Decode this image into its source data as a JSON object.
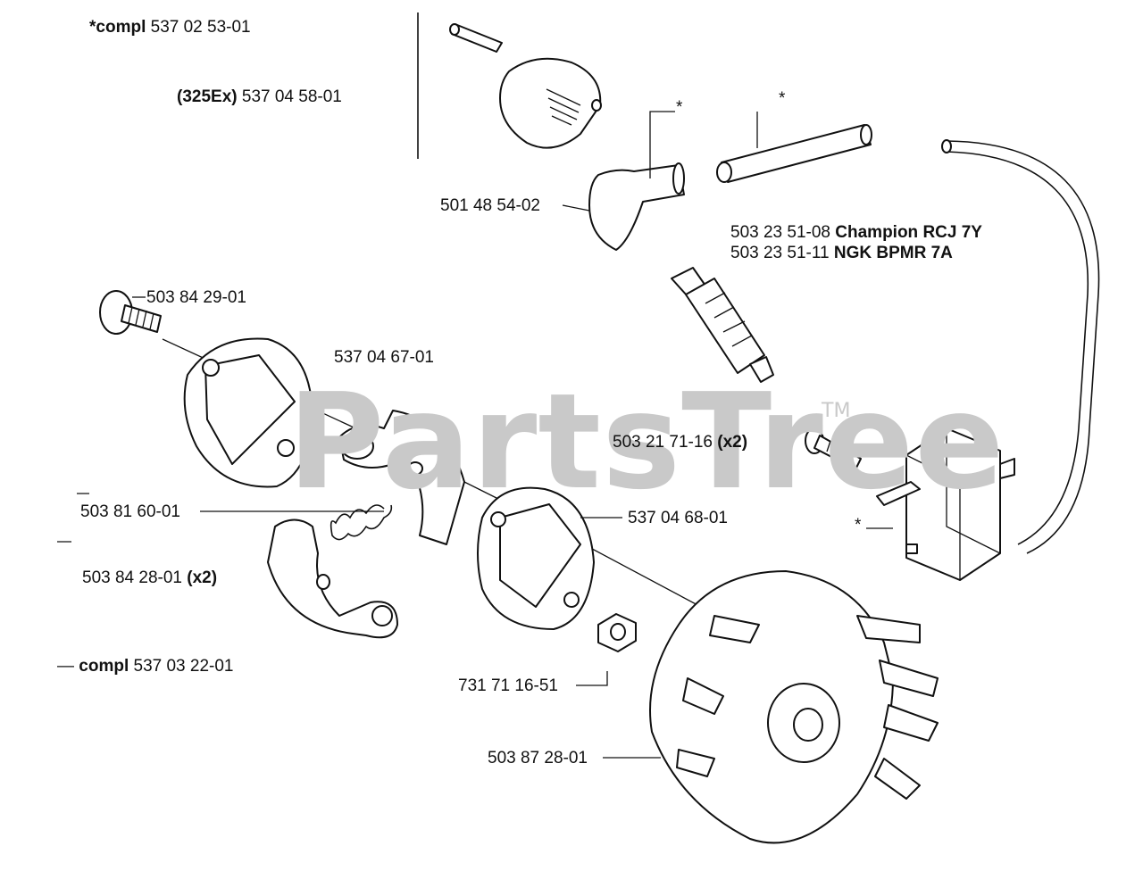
{
  "labels": {
    "compl_top_prefix": "*compl",
    "compl_top_num": "537 02 53-01",
    "variant_prefix": "(325Ex)",
    "variant_num": "537 04 58-01",
    "cap_num": "501 48 54-02",
    "plug_champion_num": "503 23 51-08",
    "plug_champion_name": "Champion RCJ 7Y",
    "plug_ngk_num": "503 23 51-11",
    "plug_ngk_name": "NGK BPMR 7A",
    "screw_num": "503 84 29-01",
    "clutch_shoe_num": "537 04 67-01",
    "coil_screw_num": "503 21 71-16",
    "coil_screw_qty": "(x2)",
    "spring_num": "503 81 60-01",
    "plate_num": "537 04 68-01",
    "washer_num": "503 84 28-01",
    "washer_qty": "(x2)",
    "compl_clutch_prefix": "compl",
    "compl_clutch_num": "537 03 22-01",
    "nut_num": "731 71 16-51",
    "flywheel_num": "503 87 28-01",
    "asterisk": "*"
  },
  "watermark": {
    "text": "PartsTree",
    "trademark": "TM",
    "color": "#c9c9c9"
  }
}
